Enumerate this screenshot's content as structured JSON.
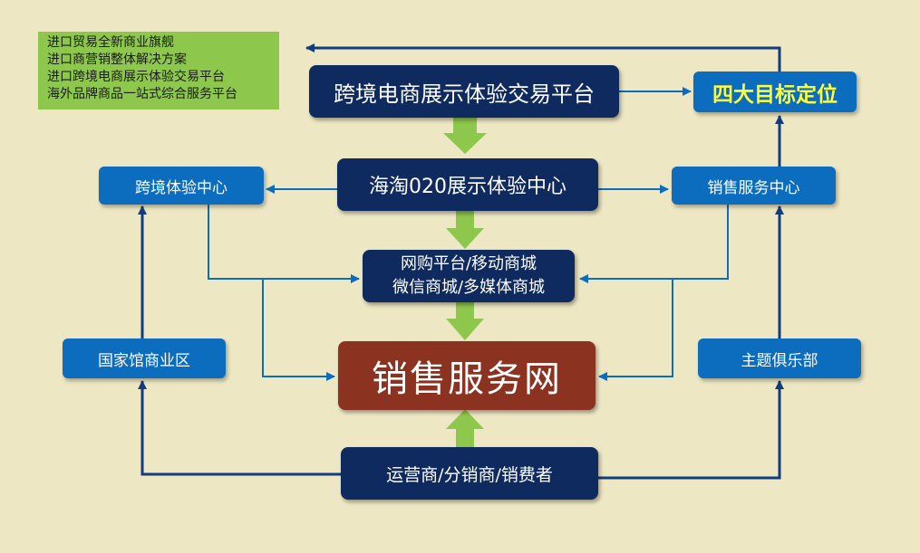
{
  "note": {
    "lines": [
      "进口贸易全新商业旗舰",
      "进口商营销整体解决方案",
      "进口跨境电商展示体验交易平台",
      "海外品牌商品一站式综合服务平台"
    ]
  },
  "nodes": {
    "platform": "跨境电商展示体验交易平台",
    "goals": "四大目标定位",
    "o2o_center": "海淘020展示体验中心",
    "crossborder_center": "跨境体验中心",
    "sales_service_center": "销售服务中心",
    "online_line1": "网购平台/移动商城",
    "online_line2": "微信商城/多媒体商城",
    "national_pavilion": "国家馆商业区",
    "theme_club": "主题俱乐部",
    "sales_network": "销售服务网",
    "operators": "运营商/分销商/销费者"
  },
  "colors": {
    "dark_node": "#0e2a5e",
    "blue_node": "#0c6dbf",
    "core_node": "#8b3220",
    "goal_text": "#ffff33",
    "green_arrow": "#8dc74b",
    "line": "#0c6dbf",
    "background": "#ede7c4"
  }
}
